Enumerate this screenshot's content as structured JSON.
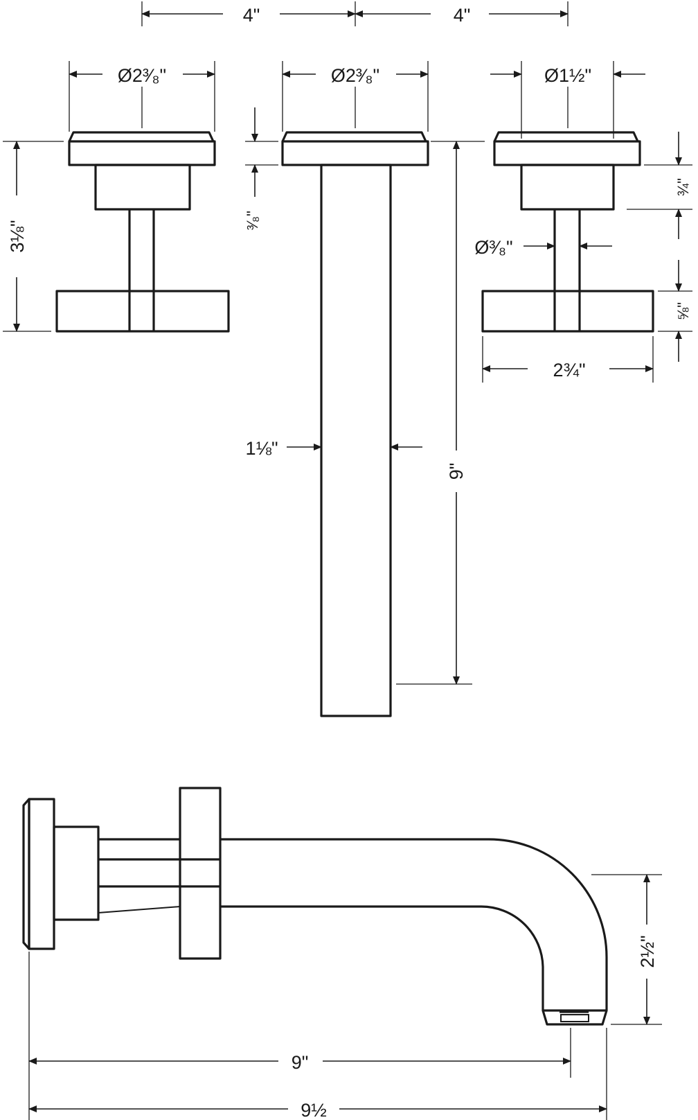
{
  "dimensions": {
    "spacing_left": "4\"",
    "spacing_right": "4\"",
    "left_handle_diameter": "Ø2³⁄₈\"",
    "spout_flange_diameter": "Ø2³⁄₈\"",
    "right_flange_diameter": "Ø1½\"",
    "handle_height": "3⅛\"",
    "flange_thickness": "³⁄₈\"",
    "escutcheon_height": "¾\"",
    "stem_diameter": "Ø³⁄₈\"",
    "cross_handle_thickness": "⅝\"",
    "cross_handle_width": "2¾\"",
    "spout_width": "1⅛\"",
    "spout_length_top": "9\"",
    "spout_drop": "2½\"",
    "spout_reach": "9\"",
    "overall_depth": "9½"
  }
}
